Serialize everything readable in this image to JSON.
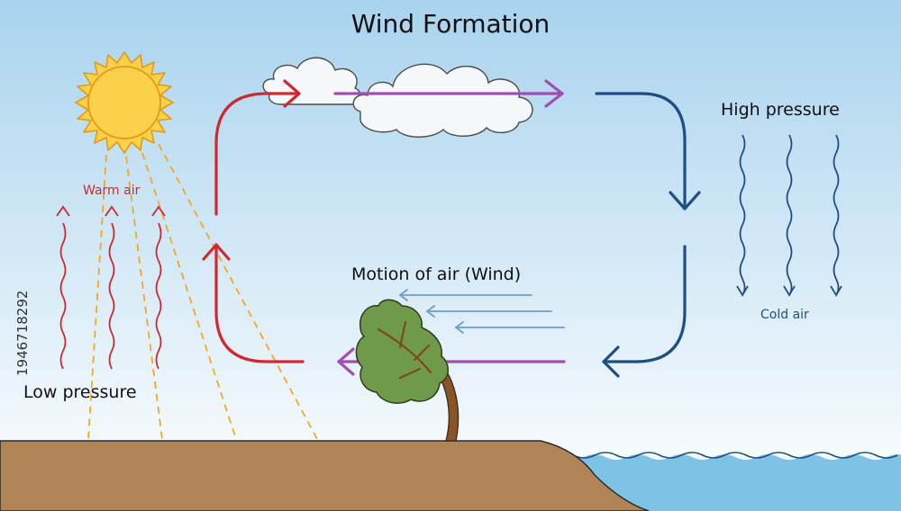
{
  "title": "Wind Formation",
  "labels": {
    "warm_air": "Warm air",
    "low_pressure": "Low pressure",
    "high_pressure": "High pressure",
    "cold_air": "Cold air",
    "motion_of_air": "Motion of air (Wind)"
  },
  "side_id": "1946718292",
  "colors": {
    "sky_top": "#a9d3ee",
    "sky_bottom": "#ffffff",
    "ground": "#b08456",
    "ground_edge": "#2a2a2a",
    "water": "#7ec3e6",
    "sun": "#fbd14b",
    "sun_stroke": "#e39a12",
    "sun_ray": "#f5a623",
    "warm": "#d0282f",
    "cold": "#1f4e84",
    "wind": "#a24db4",
    "wind_light": "#6a9ecb",
    "tree_leaf": "#6f9a4a",
    "tree_trunk": "#8a5526",
    "text": "#111111"
  },
  "icons": {
    "sun": "sun-icon",
    "cloud": "cloud-icon",
    "tree": "tree-icon"
  }
}
